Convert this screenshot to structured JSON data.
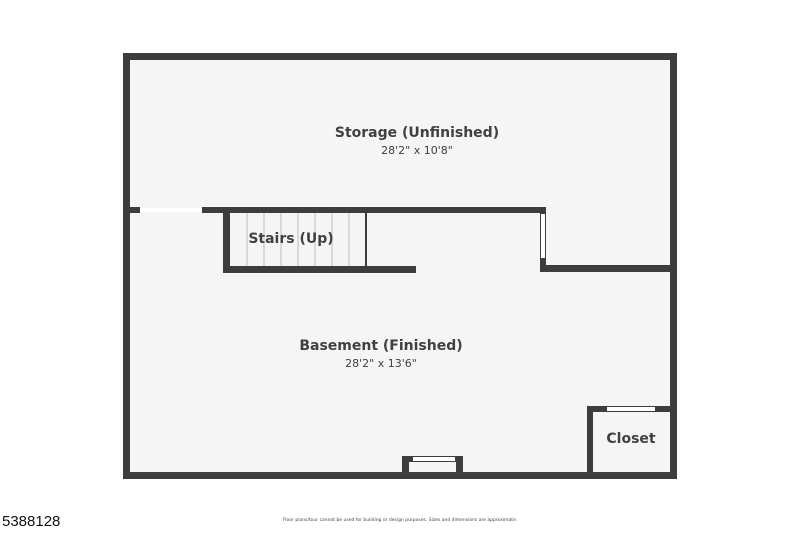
{
  "rooms": [
    {
      "name": "Storage (Unfinished)",
      "dimensions": "28'2\" x 10'8\""
    },
    {
      "name": "Stairs (Up)"
    },
    {
      "name": "Basement (Finished)",
      "dimensions": "28'2\" x 13'6\""
    },
    {
      "name": "Closet"
    }
  ],
  "listing_id": "5388128",
  "disclaimer": "Floor plans/tour cannot be used for building or design purposes. Sizes and dimensions are approximate.",
  "colors": {
    "wall": "#3d3d3d",
    "floor": "#f5f5f5"
  }
}
